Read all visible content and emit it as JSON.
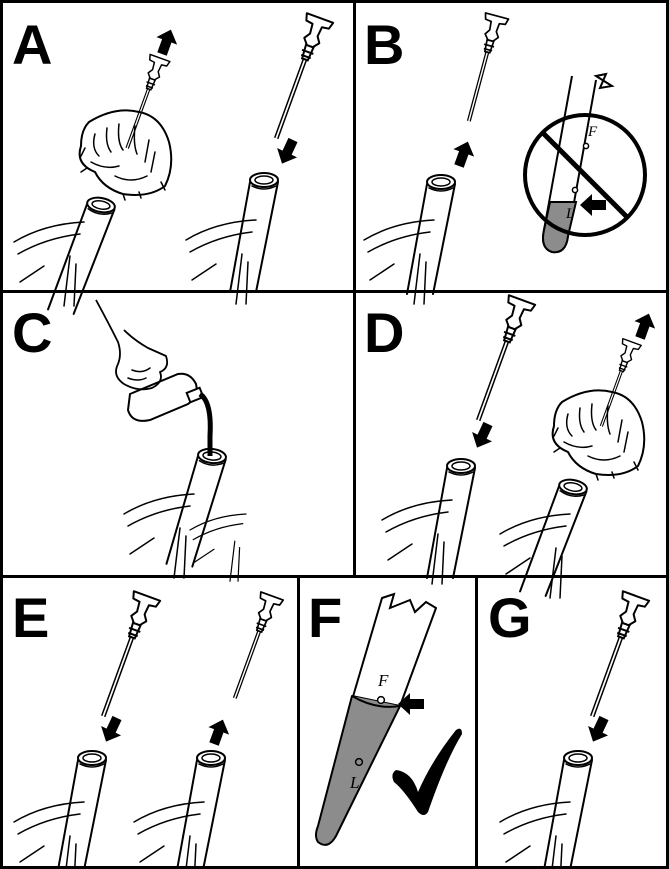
{
  "panels": [
    {
      "id": "A",
      "label": "A"
    },
    {
      "id": "B",
      "label": "B"
    },
    {
      "id": "C",
      "label": "C"
    },
    {
      "id": "D",
      "label": "D"
    },
    {
      "id": "E",
      "label": "E"
    },
    {
      "id": "F",
      "label": "F"
    },
    {
      "id": "G",
      "label": "G"
    }
  ],
  "dipstick_marks": {
    "full": "F",
    "low": "L"
  },
  "colors": {
    "line": "#000000",
    "oil": "#8c8c8c",
    "background": "#ffffff"
  },
  "icons": [
    "arrow-icon",
    "prohibited-icon",
    "checkmark-icon",
    "hand-icon",
    "rag-icon",
    "oil-bottle-icon",
    "dipstick-icon",
    "dipstick-tube-icon"
  ]
}
